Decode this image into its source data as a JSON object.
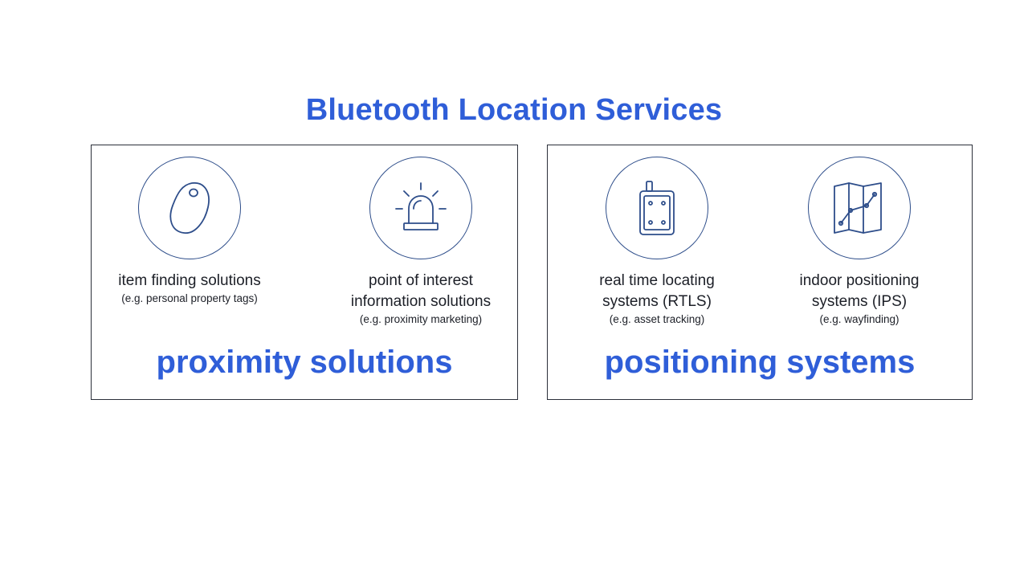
{
  "title": "Bluetooth Location Services",
  "colors": {
    "accent": "#2f5ed8",
    "icon_stroke": "#2d4d8a",
    "border": "#2b2f3a"
  },
  "panels": [
    {
      "title": "proximity solutions",
      "items": [
        {
          "icon": "tag-icon",
          "label": "item finding solutions",
          "note": "(e.g. personal property tags)"
        },
        {
          "icon": "beacon-light-icon",
          "label": "point of interest\ninformation solutions",
          "note": "(e.g. proximity marketing)"
        }
      ]
    },
    {
      "title": "positioning systems",
      "items": [
        {
          "icon": "tracker-device-icon",
          "label": "real time locating\nsystems (RTLS)",
          "note": "(e.g. asset tracking)"
        },
        {
          "icon": "map-route-icon",
          "label": "indoor positioning\nsystems (IPS)",
          "note": "(e.g. wayfinding)"
        }
      ]
    }
  ]
}
